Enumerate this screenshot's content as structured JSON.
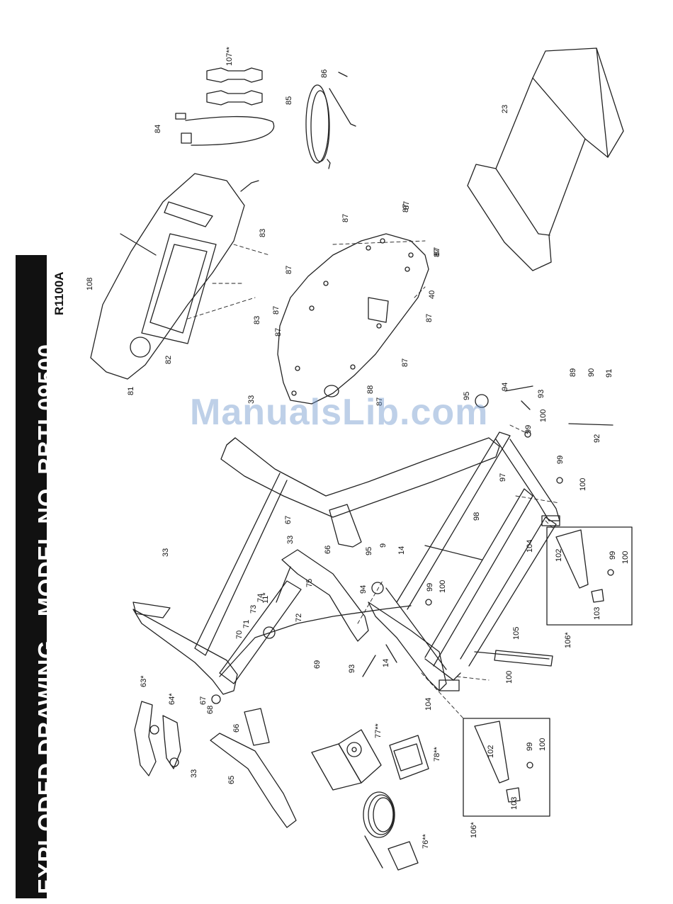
{
  "page": {
    "title": "EXPLODED DRAWING—MODEL NO. RBTL09500",
    "model_code": "R1100A",
    "watermark": "ManualsLib.com"
  },
  "part_labels": [
    "107**",
    "86",
    "85",
    "23",
    "84",
    "108",
    "83",
    "83",
    "81",
    "82",
    "87",
    "87",
    "87",
    "87",
    "87",
    "87",
    "87",
    "87",
    "87",
    "87",
    "87",
    "40",
    "88",
    "33",
    "95",
    "94",
    "93",
    "89",
    "90",
    "91",
    "92",
    "99",
    "100",
    "99",
    "100",
    "97",
    "98",
    "104",
    "102",
    "99",
    "100",
    "103",
    "106*",
    "33",
    "67",
    "66",
    "95",
    "9",
    "14",
    "99",
    "100",
    "11*",
    "74",
    "73",
    "71",
    "72",
    "70",
    "75",
    "33",
    "69",
    "94",
    "14",
    "93",
    "63*",
    "64*",
    "67",
    "68",
    "66",
    "33",
    "65",
    "77**",
    "78**",
    "76**",
    "105",
    "100",
    "104",
    "102",
    "99",
    "100",
    "103",
    "106*"
  ]
}
